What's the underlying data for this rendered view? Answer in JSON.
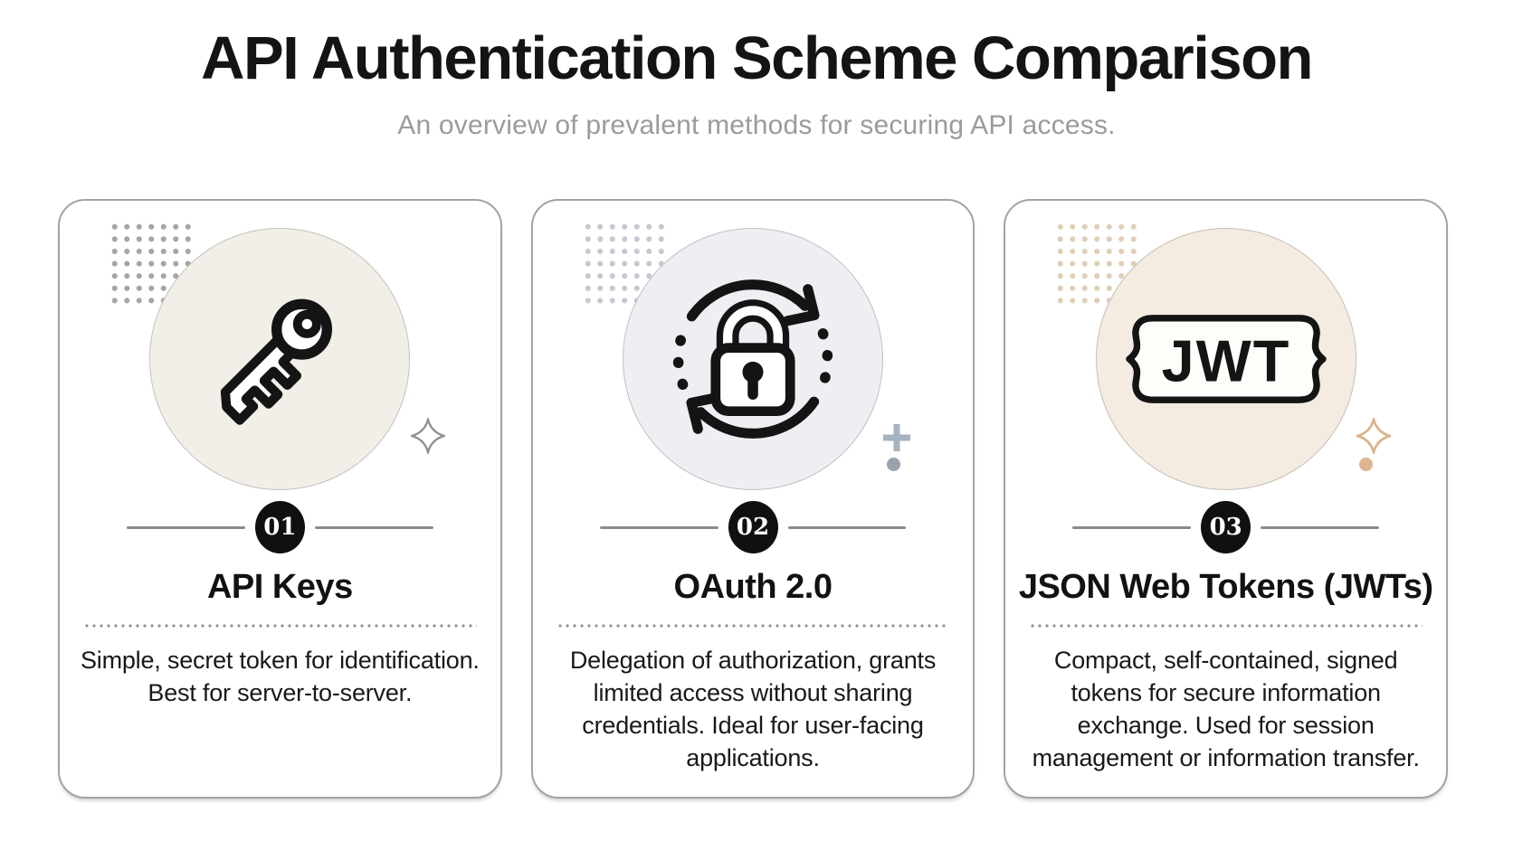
{
  "header": {
    "title": "API Authentication Scheme Comparison",
    "subtitle": "An overview of prevalent methods for securing API access."
  },
  "cards": [
    {
      "number": "01",
      "title": "API Keys",
      "description": "Simple, secret token for identification. Best for server-to-server.",
      "icon": "key-icon",
      "circle_color": "#f1efe8",
      "dots_color": "#a5a5a5",
      "accent_color": "#8f8f8f"
    },
    {
      "number": "02",
      "title": "OAuth 2.0",
      "description": "Delegation of authorization, grants limited access without sharing credentials. Ideal for user-facing applications.",
      "icon": "oauth-rotation-lock-icon",
      "circle_color": "#edeff3",
      "dots_color": "#c3c9d3",
      "accent_color": "#a9b2c0",
      "accent_dot_color": "#9aa3ad"
    },
    {
      "number": "03",
      "title": "JSON Web Tokens (JWTs)",
      "description": "Compact, self-contained, signed tokens for secure information exchange. Used for session management or information transfer.",
      "icon": "jwt-ticket-icon",
      "icon_label": "JWT",
      "circle_color": "#f4ebe1",
      "dots_color": "#e0cfb6",
      "accent_color": "#d9b48c",
      "accent_dot_color": "#ddb68f"
    }
  ],
  "colors": {
    "badge_bg": "#101010",
    "badge_text": "#ffffff",
    "line": "#8b8b8b",
    "card_border": "#a3a3a3",
    "divider": "#8f8f8f",
    "title_color": "#141414",
    "subtitle_color": "#9b9b9b",
    "desc_color": "#191919",
    "icon_stroke": "#141414"
  }
}
